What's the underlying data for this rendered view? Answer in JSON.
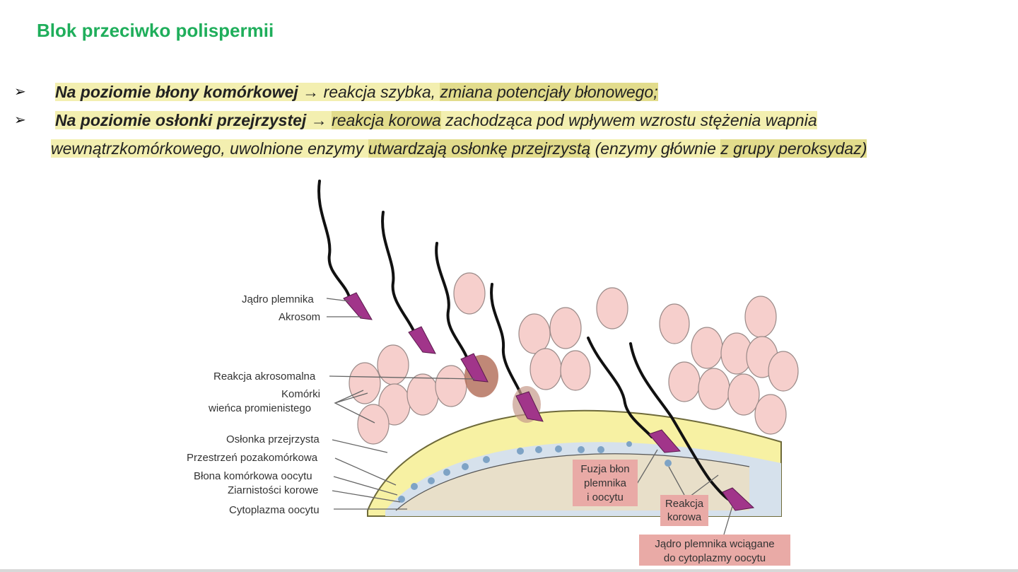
{
  "slide": {
    "title": "Blok przeciwko polispermii",
    "bullet_glyph": "➢",
    "bullets": [
      {
        "bold": "Na poziomie błony komórkowej",
        "arrow": "→",
        "text_a": "reakcja szybka,",
        "text_b": "zmiana potencjały błonowego;"
      },
      {
        "bold": "Na poziomie osłonki przejrzystej",
        "arrow": "→",
        "text_a": "reakcja korowa",
        "text_b": "zachodząca pod wpływem wzrostu stężenia wapnia",
        "text_c": "wewnątrzkomórkowego, uwolnione enzymy",
        "text_d": "utwardzają osłonkę przejrzystą",
        "text_e": "(enzymy głównie",
        "text_f": "z grupy peroksydaz)"
      }
    ]
  },
  "diagram": {
    "labels": {
      "jadro_plemnika": "Jądro plemnika",
      "akrosom": "Akrosom",
      "reakcja_akrosomalna": "Reakcja akrosomalna",
      "komorki_1": "Komórki",
      "komorki_2": "wieńca promienistego",
      "oslonka": "Osłonka przejrzysta",
      "przestrzen": "Przestrzeń pozakomórkowa",
      "blona": "Błona komórkowa oocytu",
      "ziarnistosci": "Ziarnistości korowe",
      "cytoplazma": "Cytoplazma oocytu"
    },
    "boxes": {
      "fuzja_1": "Fuzja błon",
      "fuzja_2": "plemnika",
      "fuzja_3": "i oocytu",
      "reakcja_1": "Reakcja",
      "reakcja_2": "korowa",
      "jadro_1": "Jądro plemnika wciągane",
      "jadro_2": "do cytoplazmy oocytu"
    },
    "colors": {
      "zona": "#f7f1a3",
      "zona_stroke": "#6e6a3a",
      "space": "#d6e1ec",
      "cytoplasm": "#e8dfc9",
      "granule": "#7ea3c5",
      "cell_fill": "#f6cfcc",
      "cell_stroke": "#9a8a88",
      "sperm_head": "#a1358a",
      "label_box": "#e9aaa6"
    }
  }
}
